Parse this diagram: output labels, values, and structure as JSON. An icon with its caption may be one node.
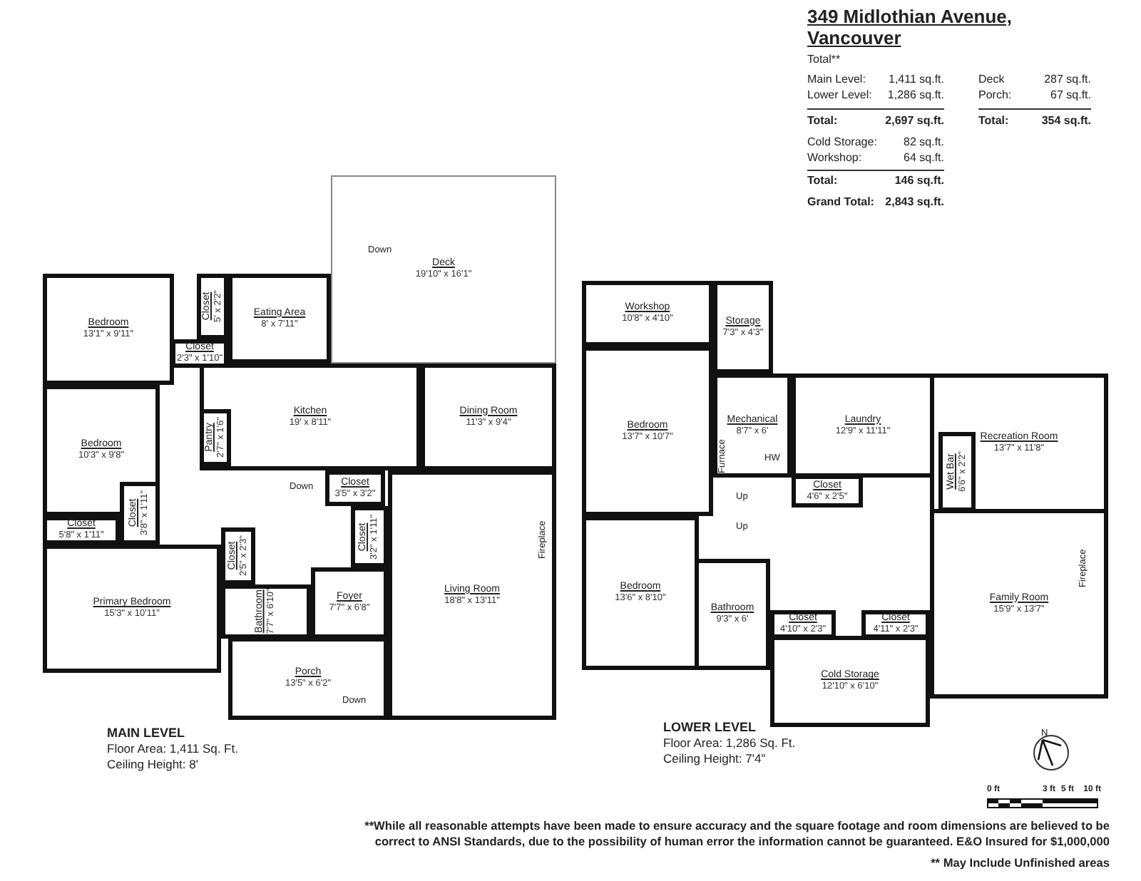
{
  "diagram": {
    "title": "349 Midlothian Avenue, Vancouver",
    "nodes": [
      {
        "text": [
          "Deck",
          "19'10\" x 16'1\""
        ]
      },
      {
        "text": [
          "Bedroom",
          "13'1\" x 9'11\""
        ]
      },
      {
        "text": [
          "Closet",
          "5' x 2'2\""
        ]
      },
      {
        "text": [
          "Closet",
          "2'3\" x 1'10\""
        ]
      },
      {
        "text": [
          "Eating Area",
          "8' x 7'11\""
        ]
      },
      {
        "text": [
          "Kitchen",
          "19' x 8'11\""
        ]
      },
      {
        "text": [
          "Pantry",
          "2'7\" x 1'6\""
        ],
        "in": 5
      },
      {
        "text": [
          "Bedroom",
          "10'3\" x 9'8\""
        ]
      },
      {
        "text": [
          "Dining Room",
          "11'3\" x 9'4\""
        ]
      },
      {
        "text": [
          "Closet",
          "3'5\" x 3'2\""
        ]
      },
      {
        "text": [
          "Closet",
          "3'8\" x 1'11\""
        ]
      },
      {
        "text": [
          "Closet",
          "5'8\" x 1'11\""
        ]
      },
      {
        "text": [
          "Closet",
          "2'5\" x 2'3\""
        ]
      },
      {
        "text": [
          "Closet",
          "3'2\" x 1'11\""
        ]
      },
      {
        "text": [
          "Living Room",
          "18'8\" x 13'11\""
        ]
      },
      {
        "text": [
          "Primary Bedroom",
          "15'3\" x 10'11\""
        ]
      },
      {
        "text": [
          "Bathroom",
          "7'7\" x 6'10\""
        ]
      },
      {
        "text": [
          "Foyer",
          "7'7\" x 6'8\""
        ]
      },
      {
        "text": [
          "Porch",
          "13'5\" x 6'2\""
        ]
      },
      {
        "text": [
          "Workshop",
          "10'8\" x 4'10\""
        ]
      },
      {
        "text": [
          "Storage",
          "7'3\" x 4'3\""
        ]
      },
      {
        "text": [
          "Bedroom",
          "13'7\" x 10'7\""
        ]
      },
      {
        "text": [
          "Mechanical",
          "8'7\" x 6'"
        ]
      },
      {
        "text": [
          "Laundry",
          "12'9\" x 11'11\""
        ]
      },
      {
        "text": [
          "Recreation Room",
          "13'7\" x 11'8\""
        ]
      },
      {
        "text": [
          "Wet Bar",
          "6'6\" x 2'2\""
        ],
        "in": 24
      },
      {
        "text": [
          "Closet",
          "4'6\" x 2'5\""
        ]
      },
      {
        "text": [
          "Bathroom",
          "9'3\" x 6'"
        ]
      },
      {
        "text": [
          "Bedroom",
          "13'6\" x 8'10\""
        ]
      },
      {
        "text": [
          "Closet",
          "4'10\" x 2'3\""
        ]
      },
      {
        "text": [
          "Closet",
          "4'11\" x 2'3\""
        ]
      },
      {
        "text": [
          "Family Room",
          "15'9\" x 13'7\""
        ]
      },
      {
        "text": [
          "Cold Storage",
          "12'10\" x 6'10\""
        ]
      }
    ],
    "labels": [
      "Total**",
      "Main Level:",
      "1,411 sq.ft.",
      "Deck",
      "287 sq.ft.",
      "Lower Level:",
      "1,286 sq.ft.",
      "Porch:",
      "67 sq.ft.",
      "Total:",
      "2,697 sq.ft.",
      "Total:",
      "354 sq.ft.",
      "Cold Storage:",
      "82 sq.ft.",
      "Workshop:",
      "64 sq.ft.",
      "Total:",
      "146 sq.ft.",
      "Grand Total:",
      "2,843 sq.ft.",
      "Down",
      "Down",
      "Fireplace",
      "Down",
      "Up",
      "Up",
      "Furnace",
      "HW",
      "Fireplace",
      "MAIN LEVEL",
      "Floor Area: 1,411 Sq. Ft.",
      "Ceiling Height: 8'",
      "LOWER LEVEL",
      "Floor Area: 1,286 Sq. Ft.",
      "Ceiling Height: 7'4\"",
      "N",
      "0 ft",
      "3 ft",
      "5 ft",
      "10 ft",
      "**While all reasonable attempts have been made to ensure accuracy and the square footage and room dimensions are believed to be correct to ANSI Standards, due to the possibility of human error the information cannot be guaranteed. E&O Insured for $1,000,000",
      "** May Include Unfinished areas"
    ]
  }
}
